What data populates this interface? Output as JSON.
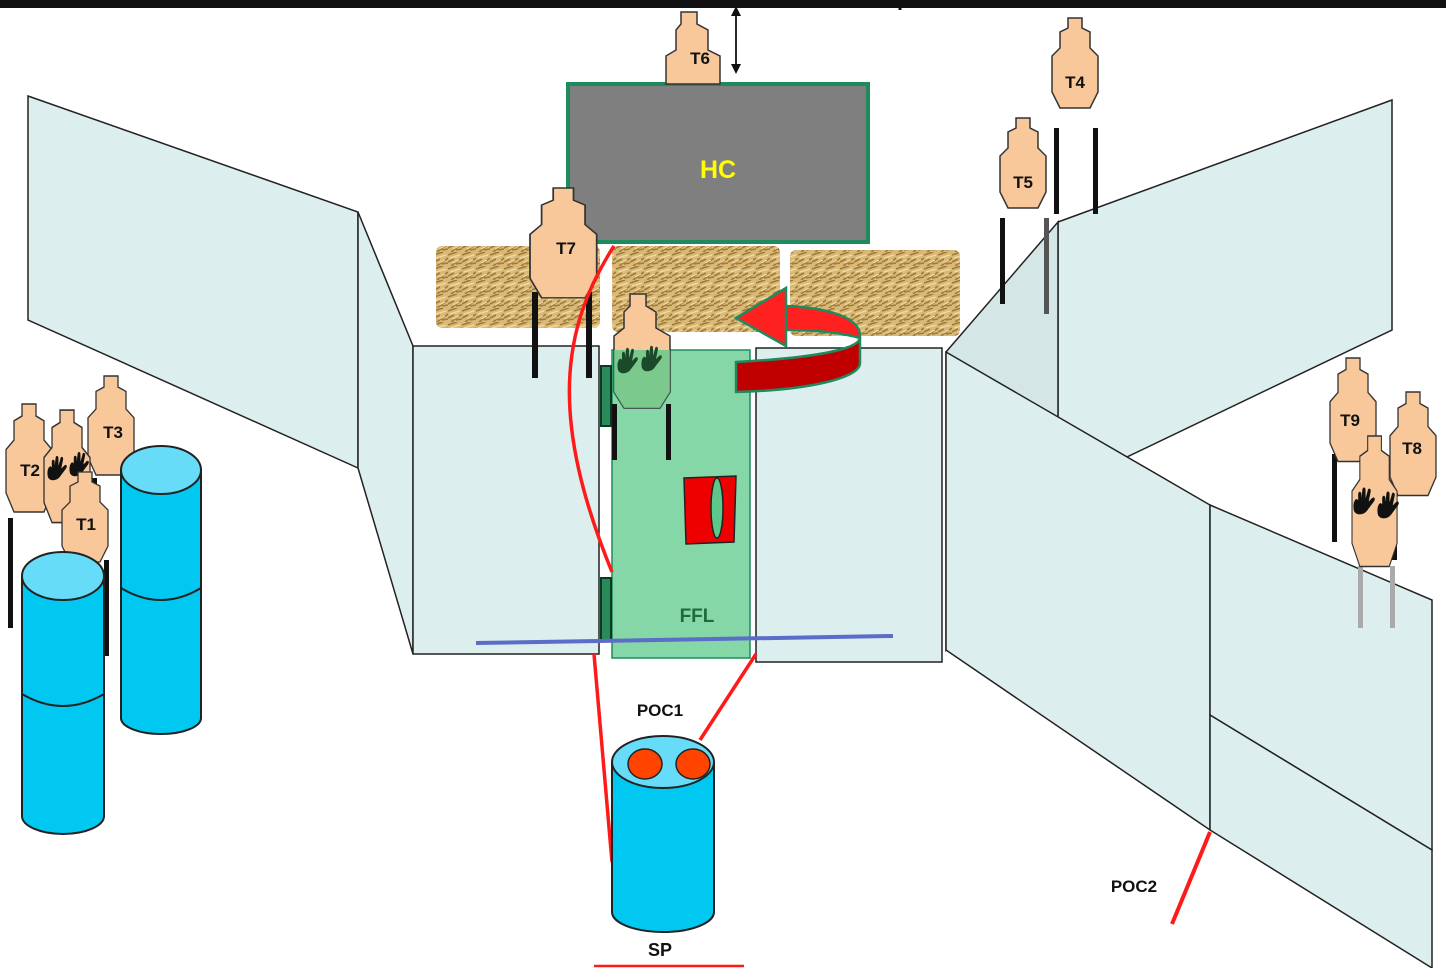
{
  "labels": {
    "hc": "HC",
    "ffl": "FFL",
    "poc1": "POC1",
    "poc2": "POC2",
    "sp": "SP"
  },
  "targets": [
    {
      "id": "T1",
      "hands_up": true
    },
    {
      "id": "T2",
      "hands_up": false
    },
    {
      "id": "T3",
      "hands_up": false
    },
    {
      "id": "T4",
      "hands_up": false
    },
    {
      "id": "T5",
      "hands_up": false
    },
    {
      "id": "T6",
      "hands_up": false
    },
    {
      "id": "T7",
      "hands_up": false
    },
    {
      "id": "T8",
      "hands_up": false
    },
    {
      "id": "T9",
      "hands_up": false
    }
  ],
  "colors": {
    "wall_fill": "#ddeeee",
    "wall_stroke": "#222222",
    "target_fill": "#f8c89a",
    "barrel_fill": "#00c8f0",
    "barrel_top": "#66dcf8",
    "hard_cover": "#7f7f7f",
    "hard_cover_border": "#1e8a5e",
    "hc_text": "#ffff00",
    "door_fill": "#5cc98a",
    "ffl_text": "#1e6b3c",
    "line_red": "#ff1a1a",
    "fault_line": "#5b6cc9",
    "arrow_red": "#e00000",
    "arrow_border": "#1e8a5e",
    "poc_dot": "#ff4400",
    "straw": "#d4b06a"
  }
}
